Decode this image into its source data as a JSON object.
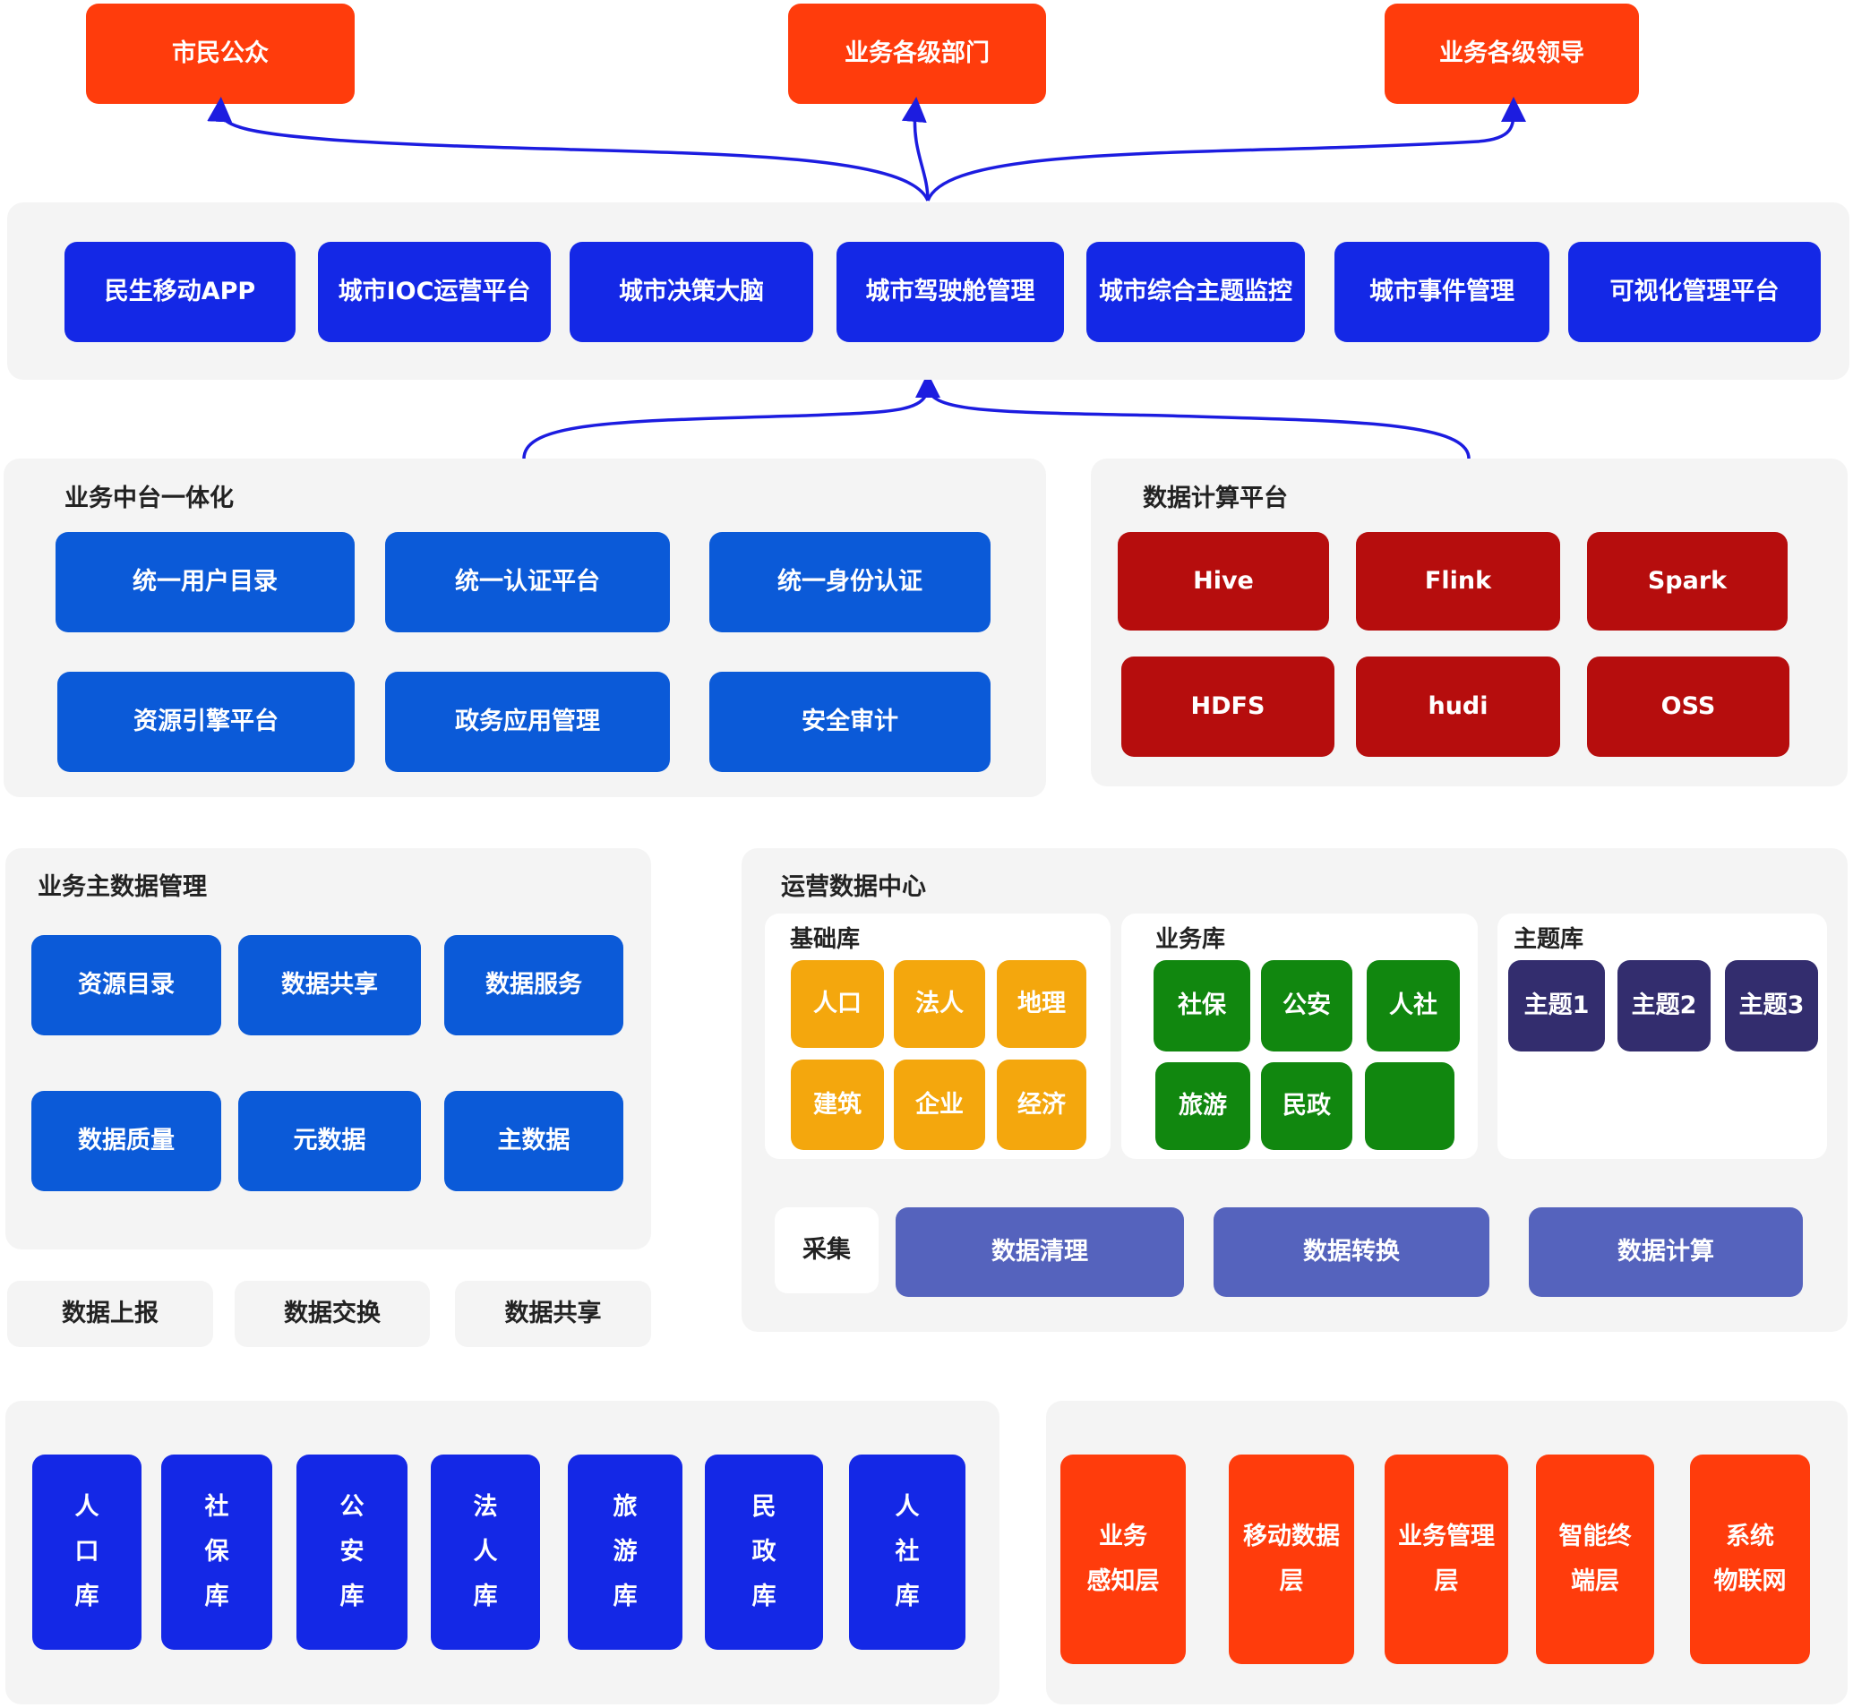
{
  "top_users": [
    "市民公众",
    "业务各级部门",
    "业务各级领导"
  ],
  "apps": [
    "民生移动APP",
    "城市IOC运营平台",
    "城市决策大脑",
    "城市驾驶舱管理",
    "城市综合主题监控",
    "城市事件管理",
    "可视化管理平台"
  ],
  "business_platform": {
    "title": "业务中台一体化",
    "items": [
      "统一用户目录",
      "统一认证平台",
      "统一身份认证",
      "资源引擎平台",
      "政务应用管理",
      "安全审计"
    ]
  },
  "compute_platform": {
    "title": "数据计算平台",
    "items": [
      "Hive",
      "Flink",
      "Spark",
      "HDFS",
      "hudi",
      "OSS"
    ]
  },
  "master_data": {
    "title": "业务主数据管理",
    "items": [
      "资源目录",
      "数据共享",
      "数据服务",
      "数据质量",
      "元数据",
      "主数据"
    ]
  },
  "exchange": [
    "数据上报",
    "数据交换",
    "数据共享"
  ],
  "ops_center": {
    "title": "运营数据中心",
    "base": {
      "title": "基础库",
      "items": [
        "人口",
        "法人",
        "地理",
        "建筑",
        "企业",
        "经济"
      ]
    },
    "business": {
      "title": "业务库",
      "items": [
        "社保",
        "公安",
        "人社",
        "旅游",
        "民政",
        ""
      ]
    },
    "theme": {
      "title": "主题库",
      "items": [
        "主题1",
        "主题2",
        "主题3"
      ]
    },
    "pipeline": [
      "采集",
      "数据清理",
      "数据转换",
      "数据计算"
    ]
  },
  "databases": [
    "人\n口\n库",
    "社\n保\n库",
    "公\n安\n库",
    "法\n人\n库",
    "旅\n游\n库",
    "民\n政\n库",
    "人\n社\n库"
  ],
  "layers": [
    "业务\n感知层",
    "移动数据\n层",
    "业务管理\n层",
    "智能终\n端层",
    "系统\n物联网"
  ],
  "colors": {
    "orange": "#ff3c0c",
    "blue": "#1428e6",
    "mid_blue": "#0b5ad8",
    "dark_red": "#b60d0d",
    "yellow": "#f4a70d",
    "green": "#11870f",
    "purple": "#332d6e",
    "lilac": "#5563bd",
    "panel": "#f4f4f4",
    "arrow": "#1c1ce0"
  }
}
